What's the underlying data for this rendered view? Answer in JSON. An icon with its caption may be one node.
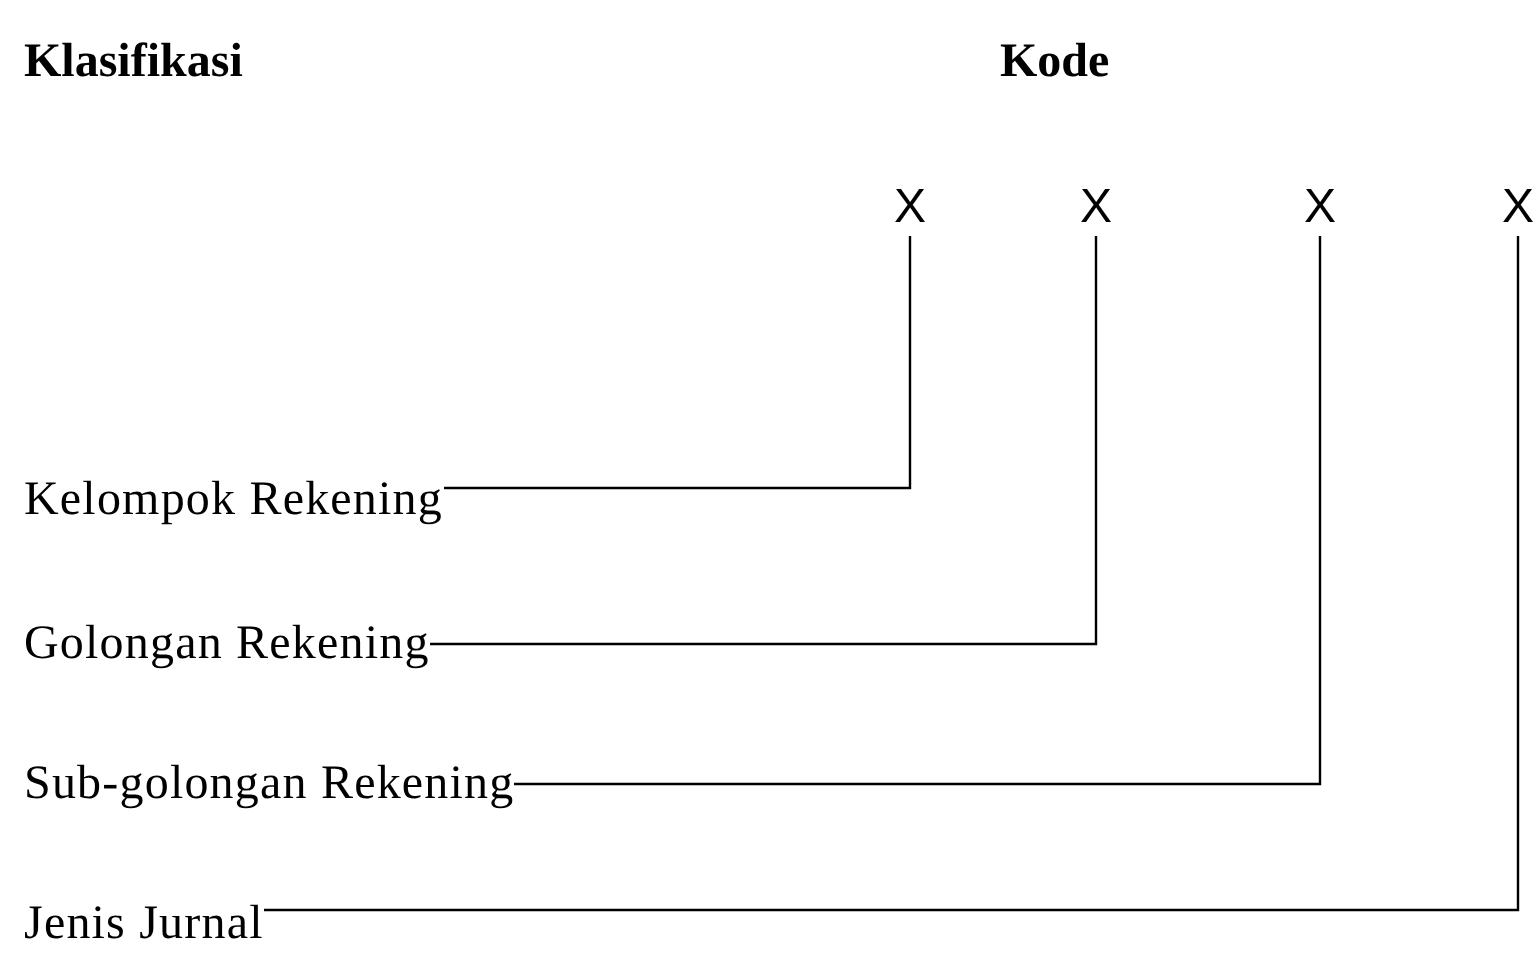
{
  "diagram": {
    "nodes": [
      {
        "text": [
          "X"
        ]
      },
      {
        "text": [
          "X"
        ]
      },
      {
        "text": [
          "X"
        ]
      },
      {
        "text": [
          "X"
        ]
      },
      {
        "text": [
          "Kelompok Rekening"
        ]
      },
      {
        "text": [
          "Golongan Rekening"
        ]
      },
      {
        "text": [
          "Sub-golongan Rekening"
        ]
      },
      {
        "text": [
          "Jenis Jurnal"
        ]
      }
    ],
    "edges": [
      {
        "from": 4,
        "to": 0,
        "arrow": "none"
      },
      {
        "from": 5,
        "to": 1,
        "arrow": "none"
      },
      {
        "from": 6,
        "to": 2,
        "arrow": "none"
      },
      {
        "from": 7,
        "to": 3,
        "arrow": "none"
      }
    ],
    "labels": [
      "Klasifikasi",
      "Kode"
    ]
  }
}
